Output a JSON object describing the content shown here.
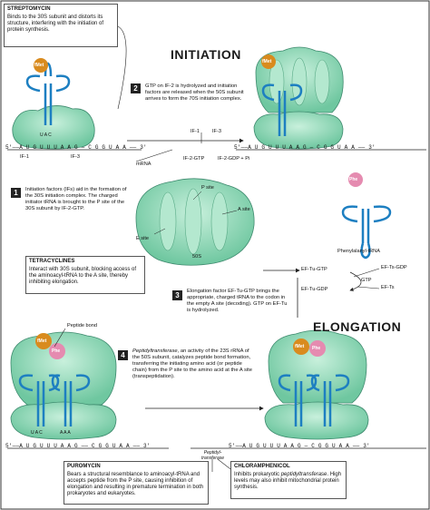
{
  "titles": {
    "initiation": "INITIATION",
    "elongation": "ELONGATION"
  },
  "boxes": {
    "streptomycin": {
      "title": "STREPTOMYCIN",
      "text": "Binds to the 30S subunit and distorts its structure, interfering with the initiation of protein synthesis."
    },
    "tetracyclines": {
      "title": "TETRACYCLINES",
      "text": "Interact with 30S subunit, blocking access of the aminoacyl-tRNA to the A site, thereby inhibiting elongation."
    },
    "puromycin": {
      "title": "PUROMYCIN",
      "text": "Bears a structural resemblance to aminoacyl-tRNA and accepts peptide from the P site, causing inhibition of elongation and resulting in premature termination in both prokaryotes and eukaryotes."
    },
    "chloramphenicol": {
      "title": "CHLORAMPHENICOL",
      "text_1": "Inhibits prokaryotic ",
      "text_em": "peptidyltransferase",
      "text_2": ". High levels may also inhibit mitochondrial protein synthesis."
    }
  },
  "steps": {
    "s1": {
      "num": "1",
      "text": "Initiation factors (IFs) aid in the formation of the 30S initiation complex. The charged initiator tRNA is brought to the P site of the 30S subunit by IF-2-GTP."
    },
    "s2": {
      "num": "2",
      "text": "GTP on IF-2 is hydrolyzed and initiation factors are released when the 50S subunit arrives to form the 70S initiation complex."
    },
    "s3": {
      "num": "3",
      "text": "Elongation factor EF-Tu-GTP brings the appropriate, charged tRNA to the codon in the empty A site (decoding). GTP on EF-Tu is hydrolyzed."
    },
    "s4": {
      "num": "4",
      "em": "Peptidyltransferase",
      "text": ", an activity of the 23S rRNA of the 50S subunit, catalyzes peptide bond formation, transferring the initiating amino acid (or peptide chain) from the P site to the amino acid at the A site (transpeptidation)."
    }
  },
  "labels": {
    "fmet": "fMet",
    "phe": "Phe",
    "mrna_seq_left": "5'——A U G U U U A A G — C G G U A A —— 3'",
    "mrna_seq_right": "5'——A U G U U U A A G — C G G U A A —— 3'",
    "mrna_seq_bottom_left": "5'——A U G U U U A A G —— C G G U A A —— 3'",
    "mrna_seq_bottom_right": "5'——A U G U U U A A G — C G G U A A —— 3'",
    "anticodon_top": "U A C",
    "codon_3": "3'",
    "codon_5": "5'",
    "if1": "IF-1",
    "if3": "IF-3",
    "if2gtp": "IF-2-GTP",
    "if2gdp": "IF-2-GDP + Pi",
    "mrna": "mRNA",
    "p_site": "P site",
    "a_site": "A site",
    "e_site": "E site",
    "s50": "50S",
    "phe_trna": "Phenylalanyl-tRNA",
    "ef_tu_gtp": "EF-Tu-GTP",
    "ef_tu_gdp": "EF-Tu-GDP",
    "gtp": "GTP",
    "ef_ts_gdp": "EF-Ts-GDP",
    "ef_ts": "EF-Ts",
    "peptide_bond": "Peptide bond",
    "anticodon_b1": "U A C",
    "anticodon_b2": "A A A",
    "peptidyl_transferase": "Peptidyl-\ntransferase"
  },
  "colors": {
    "ribosome": "#8fd5b5",
    "ribosome_edge": "#3e8a6e",
    "trna": "#1d7fc1",
    "fmet": "#d98b1e",
    "phe": "#e58bb0",
    "number_box": "#222222"
  }
}
